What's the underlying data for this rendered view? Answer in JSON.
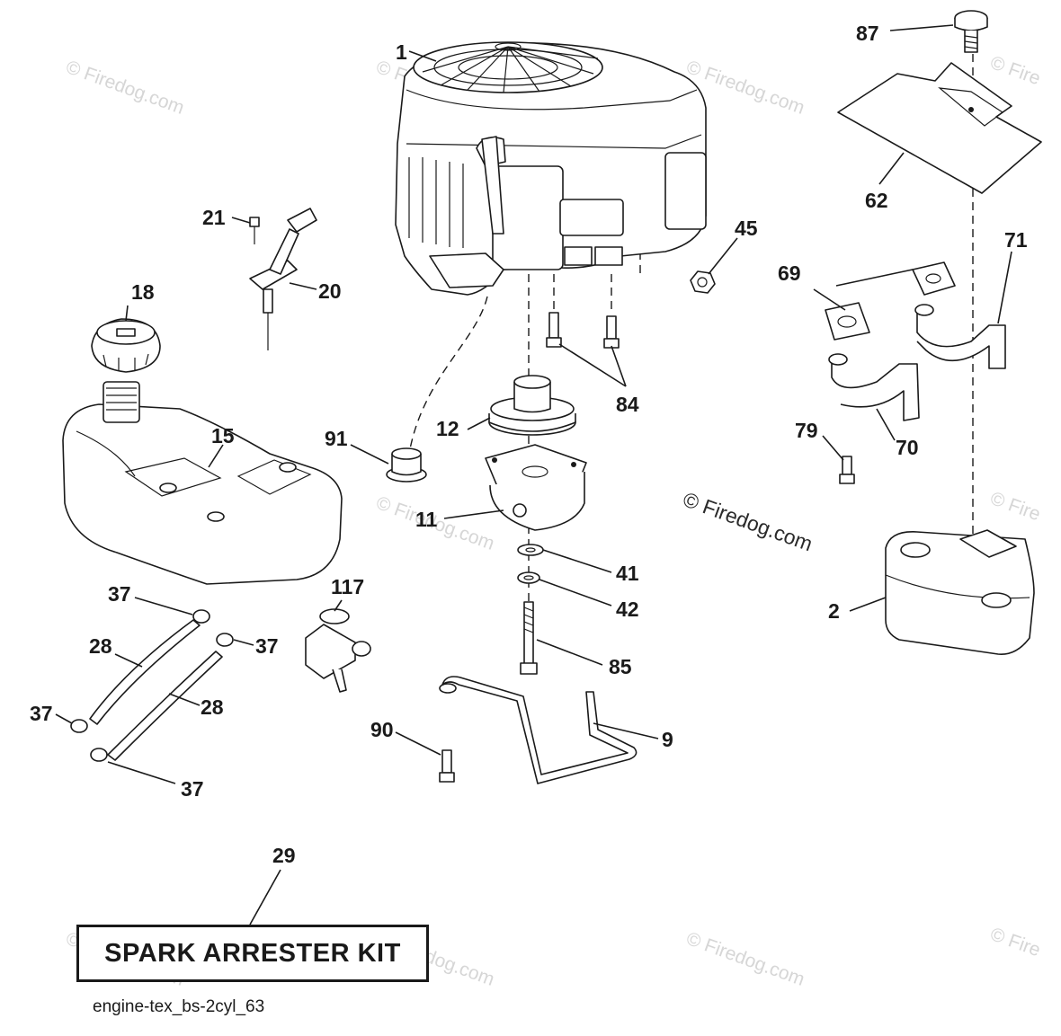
{
  "diagram": {
    "callouts": [
      {
        "id": "1",
        "label": "1"
      },
      {
        "id": "87",
        "label": "87"
      },
      {
        "id": "62",
        "label": "62"
      },
      {
        "id": "21",
        "label": "21"
      },
      {
        "id": "20",
        "label": "20"
      },
      {
        "id": "45",
        "label": "45"
      },
      {
        "id": "71",
        "label": "71"
      },
      {
        "id": "18",
        "label": "18"
      },
      {
        "id": "69",
        "label": "69"
      },
      {
        "id": "84",
        "label": "84"
      },
      {
        "id": "12",
        "label": "12"
      },
      {
        "id": "15",
        "label": "15"
      },
      {
        "id": "91",
        "label": "91"
      },
      {
        "id": "79",
        "label": "79"
      },
      {
        "id": "70",
        "label": "70"
      },
      {
        "id": "11",
        "label": "11"
      },
      {
        "id": "41",
        "label": "41"
      },
      {
        "id": "42",
        "label": "42"
      },
      {
        "id": "2",
        "label": "2"
      },
      {
        "id": "117",
        "label": "117"
      },
      {
        "id": "37a",
        "label": "37"
      },
      {
        "id": "28a",
        "label": "28"
      },
      {
        "id": "37b",
        "label": "37"
      },
      {
        "id": "85",
        "label": "85"
      },
      {
        "id": "37c",
        "label": "37"
      },
      {
        "id": "28b",
        "label": "28"
      },
      {
        "id": "90",
        "label": "90"
      },
      {
        "id": "9",
        "label": "9"
      },
      {
        "id": "37d",
        "label": "37"
      },
      {
        "id": "29",
        "label": "29"
      }
    ],
    "kit_label": "SPARK ARRESTER KIT",
    "reference_code": "engine-tex_bs-2cyl_63",
    "watermark": "© Firedog.com",
    "watermark_partial": "© Fire"
  }
}
